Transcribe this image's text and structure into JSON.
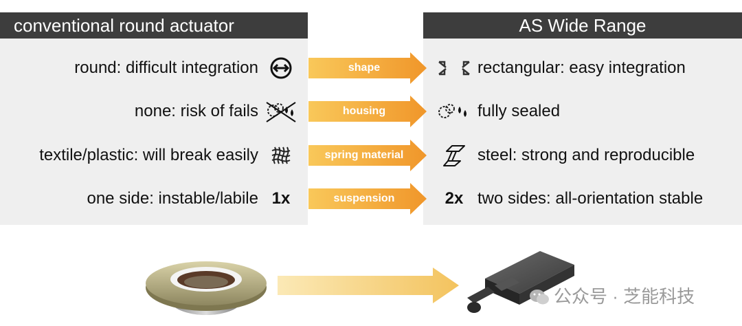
{
  "left_header": "conventional round actuator",
  "right_header": "AS Wide Range",
  "rows": [
    {
      "left": "round: difficult integration",
      "arrow": "shape",
      "right": "rectangular: easy integration"
    },
    {
      "left": "none: risk of fails",
      "arrow": "housing",
      "right": "fully sealed"
    },
    {
      "left": "textile/plastic: will break easily",
      "arrow": "spring material",
      "right": "steel: strong and reproducible"
    },
    {
      "left": "one side: instable/labile",
      "arrow": "suspension",
      "right": "two sides: all-orientation stable",
      "left_multiplier": "1x",
      "right_multiplier": "2x"
    }
  ],
  "watermark": "公众号 · 芝能科技",
  "colors": {
    "header_bg": "#3d3d3d",
    "panel_bg": "#efefef",
    "arrow_light": "#f9c85a",
    "arrow_dark": "#f0962a"
  },
  "icons": [
    "double-arrow-icon",
    "crossed-dust-water-icon",
    "textile-weave-icon",
    "compress-arrows-icon",
    "dust-water-icon",
    "steel-beam-icon"
  ]
}
